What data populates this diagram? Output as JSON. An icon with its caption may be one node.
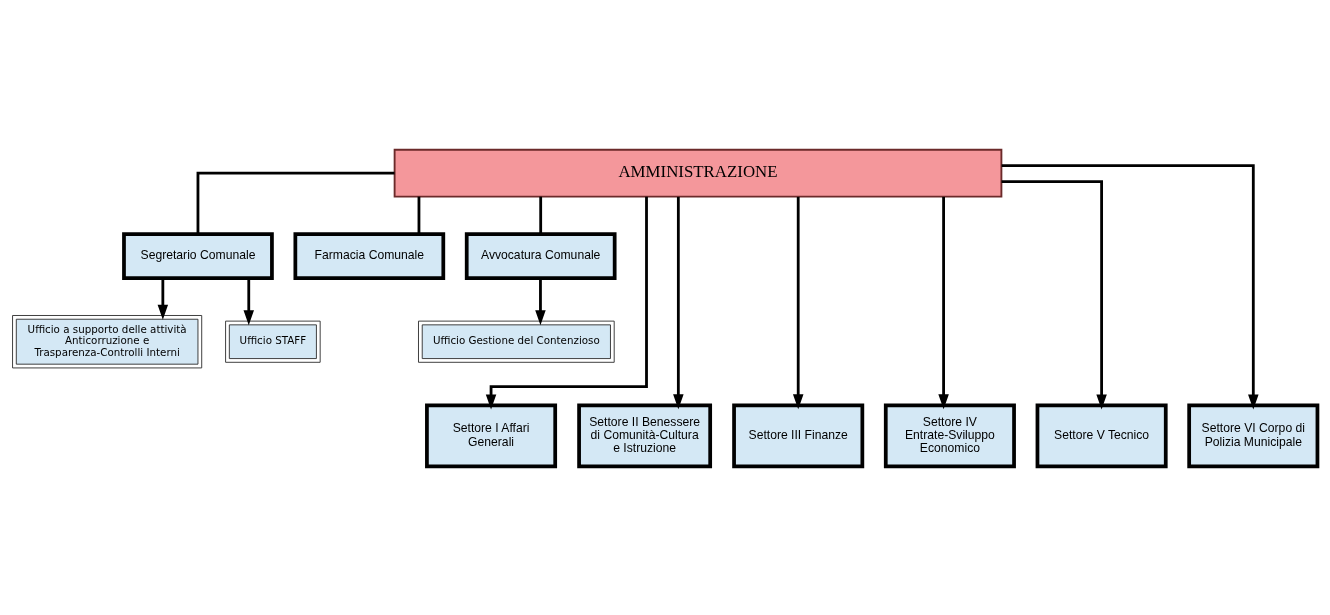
{
  "diagram": {
    "nodes": [
      {
        "text": [
          "AMMINISTRAZIONE"
        ]
      },
      {
        "text": [
          "Segretario Comunale"
        ]
      },
      {
        "text": [
          "Farmacia Comunale"
        ]
      },
      {
        "text": [
          "Avvocatura Comunale"
        ]
      },
      {
        "text": [
          "Ufficio a supporto delle attività Anticorruzione e Trasparenza-Controlli Interni"
        ]
      },
      {
        "text": [
          "Ufficio STAFF"
        ]
      },
      {
        "text": [
          "Ufficio Gestione del Contenzioso"
        ]
      },
      {
        "text": [
          "Settore I Affari Generali"
        ]
      },
      {
        "text": [
          "Settore II Benessere di Comunità-Cultura e Istruzione"
        ]
      },
      {
        "text": [
          "Settore III Finanze"
        ]
      },
      {
        "text": [
          "Settore IV Entrate-Sviluppo Economico"
        ]
      },
      {
        "text": [
          "Settore V Tecnico"
        ]
      },
      {
        "text": [
          "Settore VI Corpo di Polizia Municipale"
        ]
      }
    ],
    "edges": [
      {
        "from": 0,
        "to": 1,
        "arrow": "none"
      },
      {
        "from": 0,
        "to": 2,
        "arrow": "none"
      },
      {
        "from": 0,
        "to": 3,
        "arrow": "none"
      },
      {
        "from": 1,
        "to": 4,
        "arrow": "to"
      },
      {
        "from": 1,
        "to": 5,
        "arrow": "to"
      },
      {
        "from": 3,
        "to": 6,
        "arrow": "to"
      },
      {
        "from": 0,
        "to": 7,
        "arrow": "to"
      },
      {
        "from": 0,
        "to": 8,
        "arrow": "to"
      },
      {
        "from": 0,
        "to": 9,
        "arrow": "to"
      },
      {
        "from": 0,
        "to": 10,
        "arrow": "to"
      },
      {
        "from": 0,
        "to": 11,
        "arrow": "to"
      },
      {
        "from": 0,
        "to": 12,
        "arrow": "to"
      }
    ]
  }
}
